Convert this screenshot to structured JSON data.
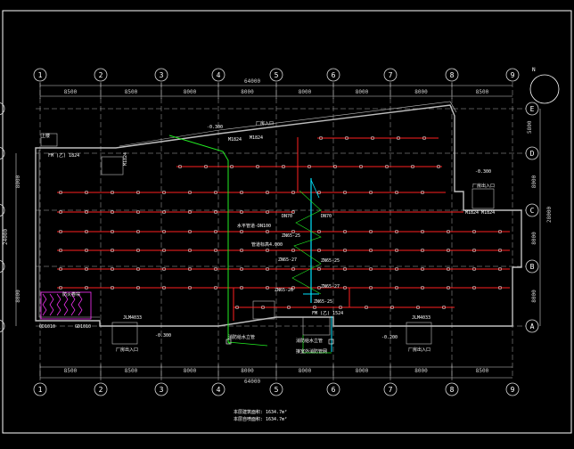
{
  "colors": {
    "frame": "#ffffff",
    "axis": "#d8d8d8",
    "wall": "#bfbfbf",
    "dim": "#cfcfcf",
    "sprinkler": "#ff2020",
    "riser": "#00e5ff",
    "feed": "#22ee22",
    "label": "#ffffff",
    "magenta": "#ff33ff"
  },
  "grid": {
    "columns": [
      "1",
      "2",
      "3",
      "4",
      "5",
      "6",
      "7",
      "8",
      "9"
    ],
    "rows": [
      "A",
      "B",
      "C",
      "D",
      "E"
    ]
  },
  "dimensions": {
    "top_total": "64000",
    "bottom_total": "64000",
    "top_spans": [
      "8500",
      "8500",
      "8000",
      "8000",
      "8000",
      "8000",
      "8000",
      "8500"
    ],
    "bottom_spans": [
      "8500",
      "8500",
      "8000",
      "8000",
      "8000",
      "8000",
      "8000",
      "8500"
    ],
    "left_spans": [
      "8000",
      "8000"
    ],
    "left_total": "24000",
    "right_spans": [
      "8000",
      "8000",
      "8000"
    ],
    "right_total": "28000",
    "right_top": "5800"
  },
  "labels": {
    "top_left_a": "上楼",
    "fm_left": "FM (乙) 1824",
    "fm_mid": "FM (乙) 1524",
    "left_room": "防火卷帘",
    "left_door": "M1824",
    "elev_top": "-0.300",
    "top_door_a": "M1824",
    "top_door_b": "M1824",
    "top_entry": "厂房入口",
    "right_elev": "-0.300",
    "right_entry": "厂房出入口",
    "right_door": "M1824 M1824",
    "dn_a": "DN70",
    "dn_b": "DN70",
    "dn_c": "ZN65-25",
    "dn_d": "ZN65-25",
    "dn_e": "ZN65-27",
    "dn_f": "ZN65-26",
    "dn_g": "ZN65-27",
    "dn_h": "ZN65-25",
    "note_mid": "水平管道-DN100",
    "note_mid2": "管道标高4.000",
    "bottom_left_id": "JLM4033",
    "bottom_right_id": "JLM4033",
    "bottom_elev_left": "-0.300",
    "bottom_elev_right": "-0.200",
    "bottom_entry_left": "厂房出入口",
    "bottom_entry_right": "厂房出入口",
    "bottom_room_left": "QD1010",
    "bottom_room_left2": "GD1010",
    "bottom_mid_a": "消防给水立管",
    "bottom_mid_b": "消防给水立管",
    "bottom_mid_note": "接室外消防管网",
    "bottom_stamp_1": "本层建筑面积: 1634.7m²",
    "bottom_stamp_2": "本层自喷面积: 1634.7m²"
  }
}
